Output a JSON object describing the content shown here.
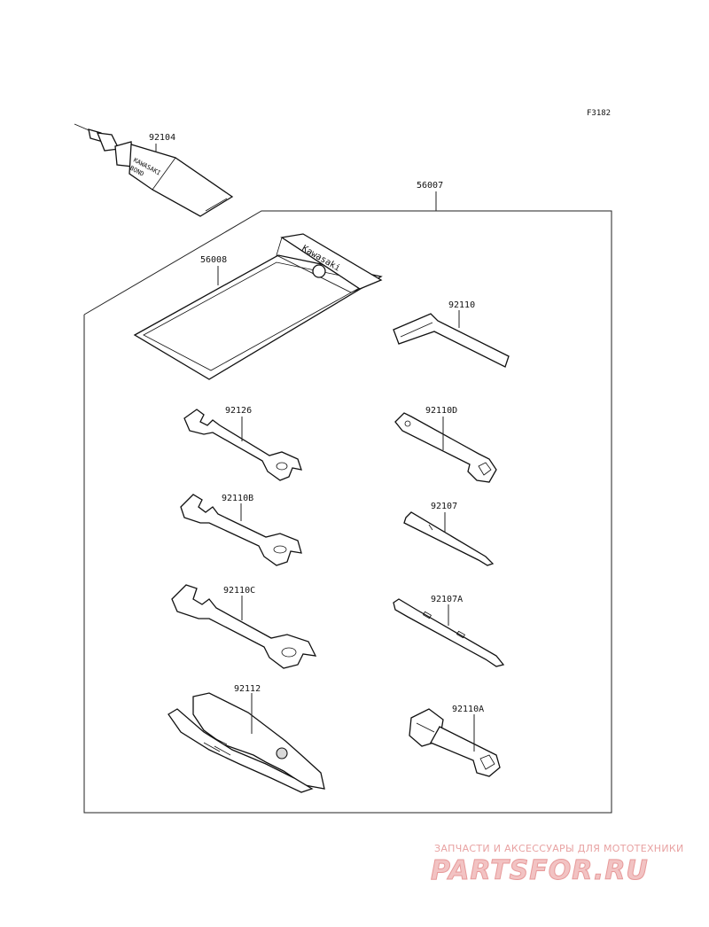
{
  "figure_code": "F3182",
  "kit": {
    "label": "56007"
  },
  "parts": [
    {
      "id": "bond",
      "label": "92104"
    },
    {
      "id": "pouch",
      "label": "56008"
    },
    {
      "id": "hex-key",
      "label": "92110"
    },
    {
      "id": "wrench-1",
      "label": "92126"
    },
    {
      "id": "plug-wrench",
      "label": "92110D"
    },
    {
      "id": "wrench-2",
      "label": "92110B"
    },
    {
      "id": "screwdriver-shaft",
      "label": "92107"
    },
    {
      "id": "wrench-3",
      "label": "92110C"
    },
    {
      "id": "screwdriver-bit",
      "label": "92107A"
    },
    {
      "id": "pliers",
      "label": "92112"
    },
    {
      "id": "box-wrench",
      "label": "92110A"
    }
  ],
  "tube_print": {
    "line1": "KAWASAKI",
    "line2": "BOND"
  },
  "pouch_print": "Kawasaki",
  "watermark": {
    "tagline": "ЗАПЧАСТИ И АКСЕССУАРЫ ДЛЯ МОТОТЕХНИКИ",
    "logo": "PARTSFOR.RU"
  }
}
